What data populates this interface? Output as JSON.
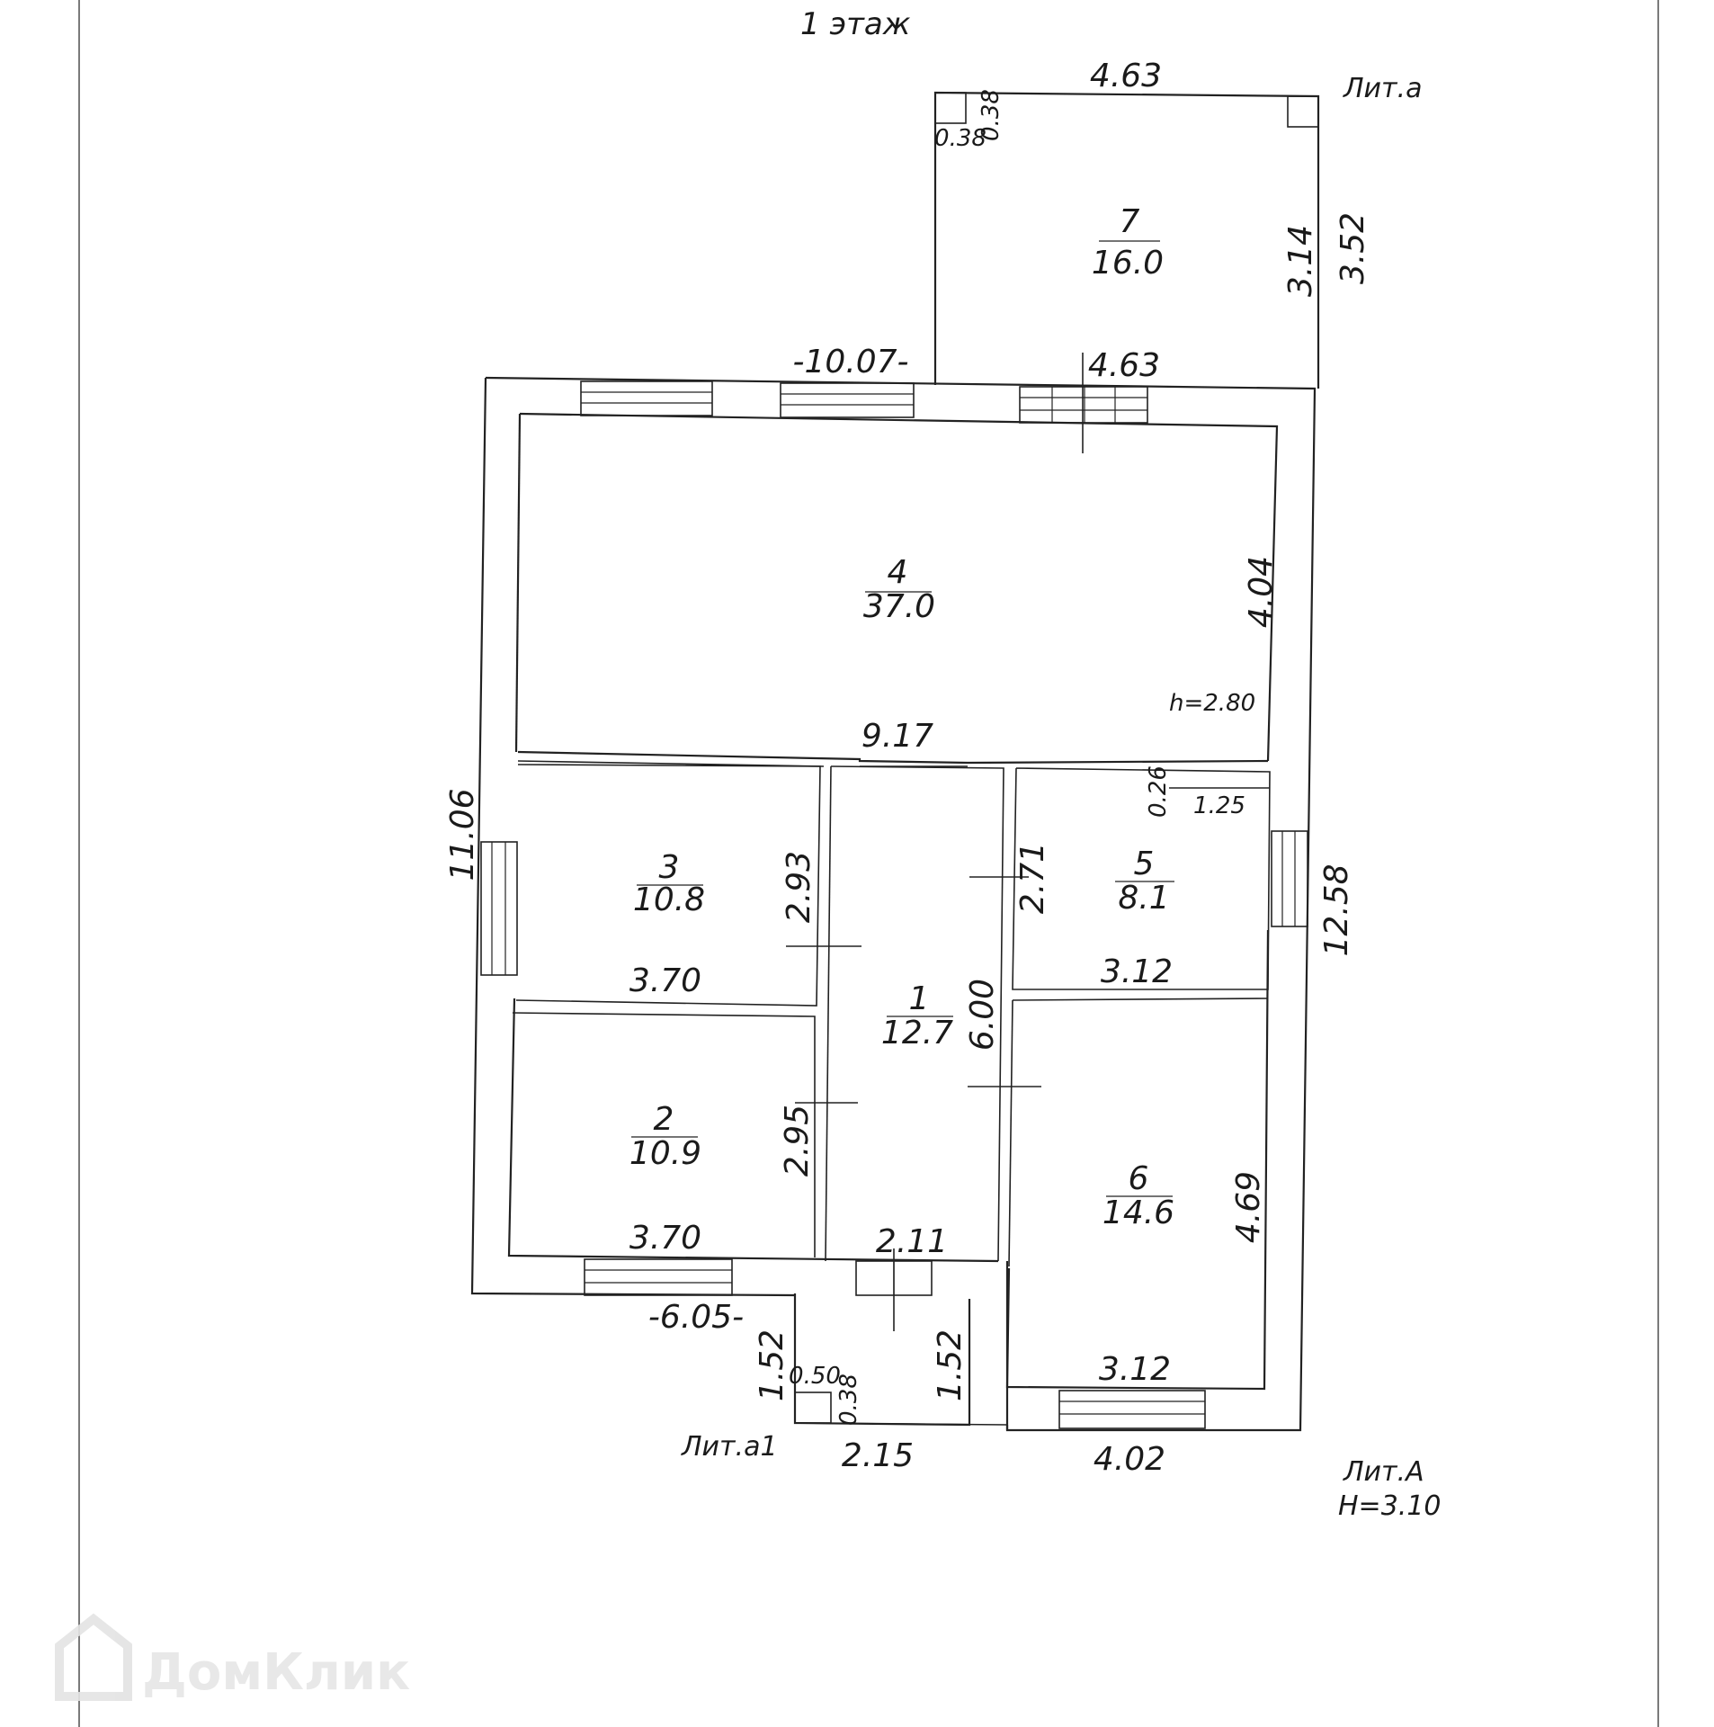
{
  "title": "1 этаж",
  "lit_labels": {
    "lit_a": "Лит.а",
    "lit_a1": "Лит.а1",
    "lit_A": "Лит.А",
    "height_H": "H=3.10"
  },
  "rooms": [
    {
      "number": "1",
      "area": "12.7"
    },
    {
      "number": "2",
      "area": "10.9"
    },
    {
      "number": "3",
      "area": "10.8"
    },
    {
      "number": "4",
      "area": "37.0"
    },
    {
      "number": "5",
      "area": "8.1"
    },
    {
      "number": "6",
      "area": "14.6"
    },
    {
      "number": "7",
      "area": "16.0"
    }
  ],
  "room4_height": "h=2.80",
  "dimensions": {
    "lit_a_top": "4.63",
    "lit_a_bottom": "4.63",
    "lit_a_inner_height": "3.14",
    "lit_a_outer_height": "3.52",
    "lit_a_corner_w": "0.38",
    "lit_a_corner_h": "0.38",
    "top_left_length": "-10.07-",
    "room4_height_dim": "4.04",
    "room4_width": "9.17",
    "left_total": "11.06",
    "right_total": "12.58",
    "room3_width": "3.70",
    "room3_height": "2.93",
    "room2_width": "3.70",
    "room2_height": "2.95",
    "corridor_height": "6.00",
    "corridor_width": "2.11",
    "room5_height": "2.71",
    "room5_width": "3.12",
    "room5_notch_h": "0.26",
    "room5_notch_w": "1.25",
    "room6_height": "4.69",
    "room6_width": "3.12",
    "bottom_left_length": "-6.05-",
    "lit_a1_left": "1.52",
    "lit_a1_right": "1.52",
    "lit_a1_corner_w": "0.50",
    "lit_a1_corner_h": "0.38",
    "lit_a1_bottom": "2.15",
    "bottom_right": "4.02"
  },
  "watermark": "ДомКлик"
}
